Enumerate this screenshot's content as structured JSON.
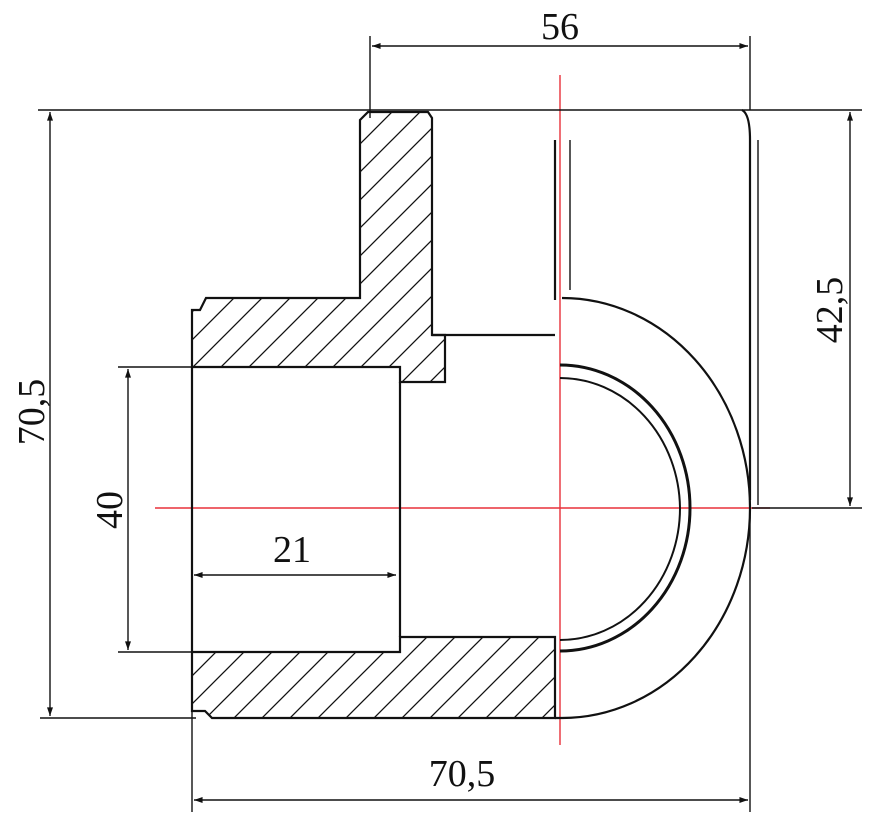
{
  "dimensions": {
    "top_width": "56",
    "right_height": "42,5",
    "left_height": "70,5",
    "bore_diameter": "40",
    "bore_depth": "21",
    "bottom_width": "70,5"
  },
  "colors": {
    "outline": "#111111",
    "centerline": "#e8303a",
    "background": "#ffffff"
  }
}
